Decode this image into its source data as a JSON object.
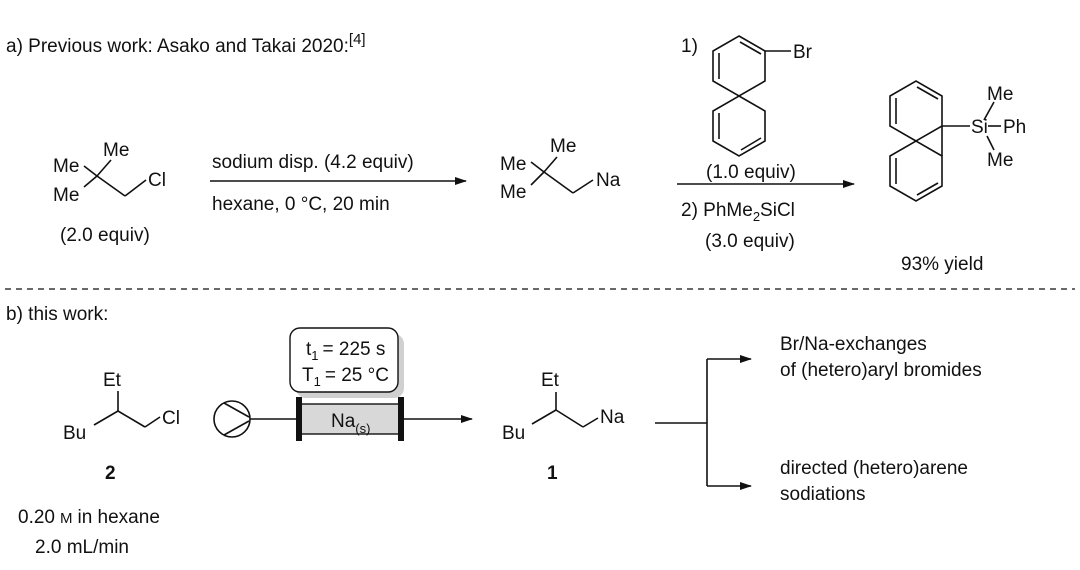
{
  "part_a": {
    "heading": "a) Previous work: Asako and Takai 2020:",
    "ref": "[4]",
    "reactant": {
      "me_top": "Me",
      "me_left": "Me",
      "me_bottom": "Me",
      "cl": "Cl",
      "equiv": "(2.0 equiv)"
    },
    "arrow1": {
      "above": "sodium disp. (4.2 equiv)",
      "below": "hexane, 0 °C, 20 min"
    },
    "intermediate": {
      "me_top": "Me",
      "me_left": "Me",
      "me_bottom": "Me",
      "na": "Na"
    },
    "step1": {
      "number": "1)",
      "br": "Br",
      "equiv": "(1.0 equiv)"
    },
    "step2": {
      "label": "2) PhMe",
      "sub": "2",
      "label_end": "SiCl",
      "equiv": "(3.0 equiv)"
    },
    "product": {
      "si": "Si",
      "me_top": "Me",
      "ph": "Ph",
      "me_bottom": "Me",
      "yield": "93% yield"
    }
  },
  "part_b": {
    "heading": "b) this work:",
    "reactant": {
      "et": "Et",
      "bu": "Bu",
      "cl": "Cl",
      "number": "2",
      "conc_value": "0.20",
      "conc_unit": "M",
      "conc_rest": "in hexane",
      "flow": "2.0 mL/min"
    },
    "conditions": {
      "t_label": "t",
      "t_sub": "1",
      "t_value": "= 225 s",
      "T_label": "T",
      "T_sub": "1",
      "T_value": "= 25 °C"
    },
    "reactor": {
      "label": "Na",
      "sub": "(s)"
    },
    "product": {
      "et": "Et",
      "bu": "Bu",
      "na": "Na",
      "number": "1"
    },
    "outcomes": [
      {
        "line1": "Br/Na-exchanges",
        "line2": "of (hetero)aryl bromides"
      },
      {
        "line1": "directed (hetero)arene",
        "line2": "sodiations"
      }
    ]
  }
}
